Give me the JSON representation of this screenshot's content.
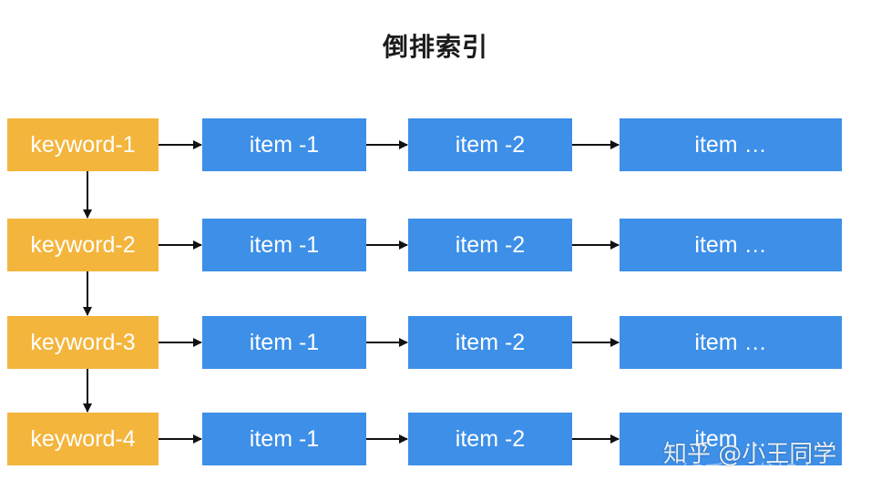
{
  "title": "倒排索引",
  "colors": {
    "keyword_box": "#f3b53c",
    "item_box": "#3d8fe8",
    "text_on_box": "#ffffff",
    "arrow": "#111111"
  },
  "rows": [
    {
      "keyword": "keyword-1",
      "items": [
        "item -1",
        "item -2",
        "item …"
      ]
    },
    {
      "keyword": "keyword-2",
      "items": [
        "item -1",
        "item -2",
        "item …"
      ]
    },
    {
      "keyword": "keyword-3",
      "items": [
        "item -1",
        "item -2",
        "item …"
      ]
    },
    {
      "keyword": "keyword-4",
      "items": [
        "item -1",
        "item -2",
        "item …"
      ]
    }
  ],
  "watermark": "知乎 @小王同学",
  "watermark_ghost": "知乎 @龚旭东"
}
